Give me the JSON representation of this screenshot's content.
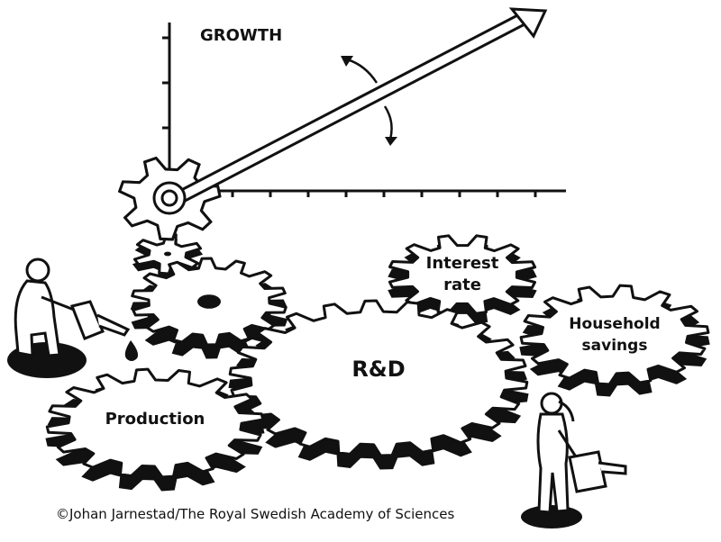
{
  "axis": {
    "title": "GROWTH"
  },
  "gears": {
    "rd": "R&D",
    "production": "Production",
    "interest_line1": "Interest",
    "interest_line2": "rate",
    "household_line1": "Household",
    "household_line2": "savings"
  },
  "credit": "©Johan Jarnestad/The Royal Swedish Academy of Sciences",
  "colors": {
    "ink": "#111111",
    "paper": "#ffffff"
  },
  "icons": [
    "gear-icon",
    "arrow-icon",
    "rotate-arrow-icon",
    "worker-figure-icon",
    "watering-can-icon",
    "oil-drop-icon"
  ]
}
